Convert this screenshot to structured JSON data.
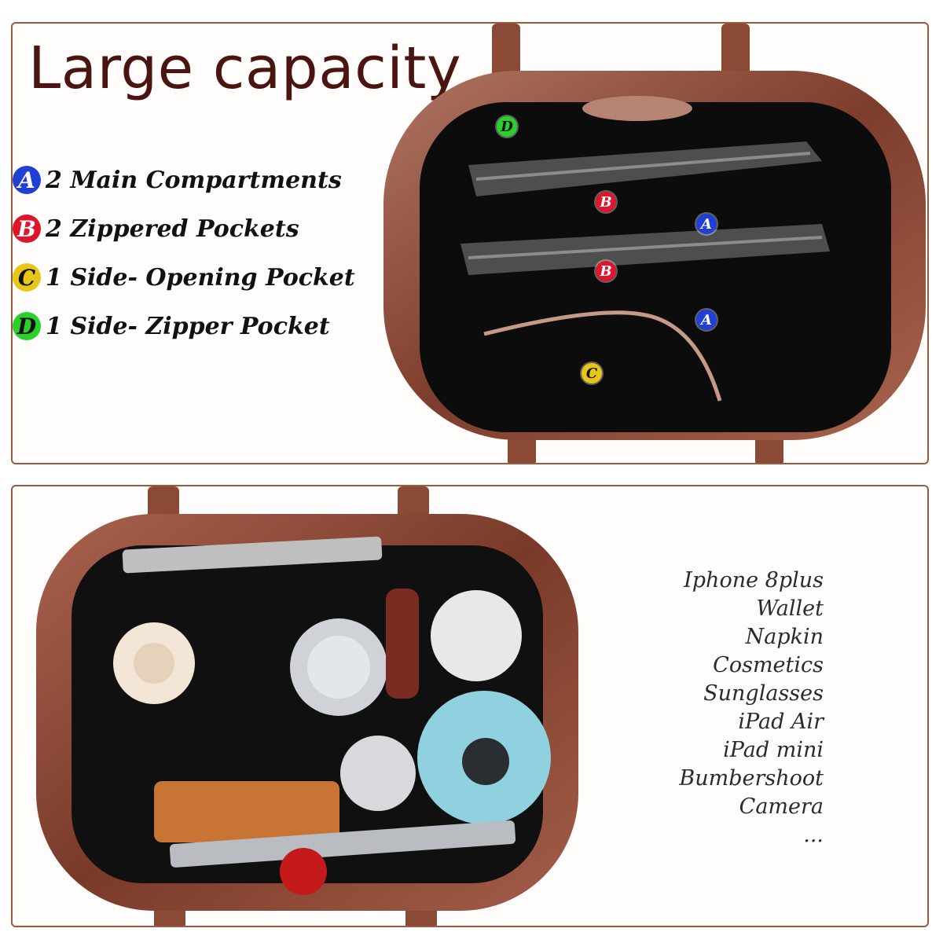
{
  "top_panel": {
    "title": "Large capacity",
    "legend": [
      {
        "letter": "A",
        "label": "2 Main Compartments",
        "color": "#1f3fd6"
      },
      {
        "letter": "B",
        "label": "2 Zippered Pockets",
        "color": "#e0142a"
      },
      {
        "letter": "C",
        "label": "1 Side- Opening Pocket",
        "color": "#e8c619"
      },
      {
        "letter": "D",
        "label": "1 Side- Zipper Pocket",
        "color": "#2bd12b"
      }
    ],
    "markers": [
      "D",
      "B",
      "A",
      "B",
      "A",
      "C"
    ]
  },
  "bottom_panel": {
    "items": [
      "Iphone 8plus",
      "Wallet",
      "Napkin",
      "Cosmetics",
      "Sunglasses",
      "iPad Air",
      "iPad mini",
      "Bumbershoot",
      "Camera",
      "..."
    ]
  },
  "colors": {
    "leather": "#8a4a36",
    "lining": "#0c0c0c",
    "border": "#9a5a3e",
    "title": "#4a1410"
  },
  "icons": {
    "top_image": "open-tote-bag-empty-photo",
    "bottom_image": "open-tote-bag-filled-photo"
  }
}
